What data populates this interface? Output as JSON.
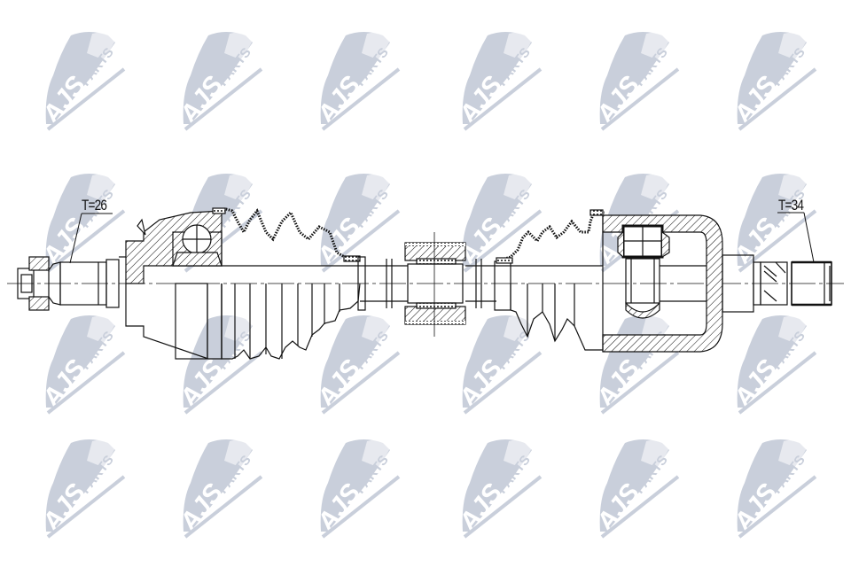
{
  "diagram": {
    "subject": "Drive shaft (CV axle) technical drawing",
    "background_color": "#ffffff",
    "line_color": "#111111",
    "labels": {
      "left_spline": "T=26",
      "right_spline": "T=34"
    },
    "components": [
      "outer-stub-axle",
      "outer-cv-joint",
      "outer-boot",
      "shaft",
      "intermediate-damper",
      "inner-boot",
      "inner-tripod-joint",
      "inner-stub-axle"
    ]
  },
  "watermark": {
    "text_primary": "AJS",
    "text_secondary": "PARTS",
    "color": "#c9cfdb",
    "columns_x": [
      40,
      195,
      350,
      510,
      665,
      820
    ],
    "rows_y": [
      30,
      190,
      350,
      490
    ]
  }
}
